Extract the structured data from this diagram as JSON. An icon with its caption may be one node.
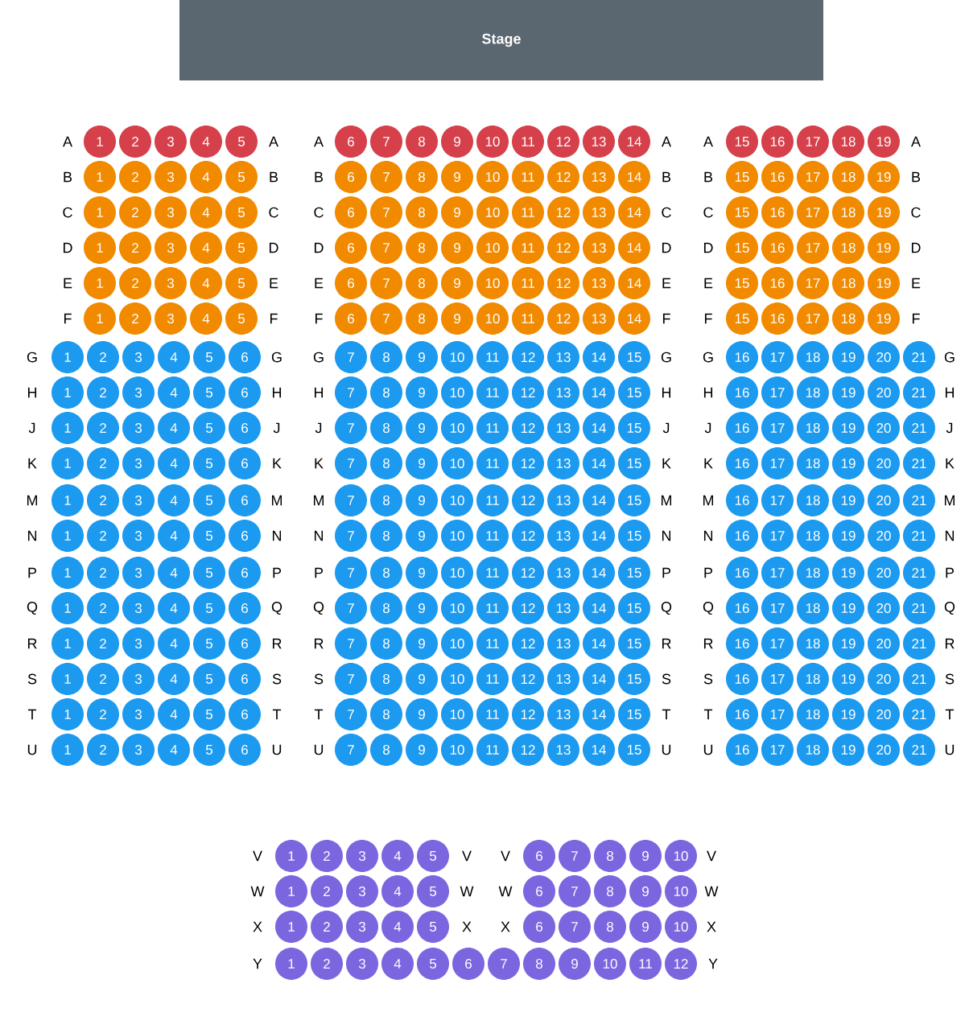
{
  "diagram": {
    "nodes": [
      {
        "text": [
          "Stage"
        ]
      },
      {
        "text": [
          "1"
        ]
      },
      {
        "text": [
          "2"
        ]
      },
      {
        "text": [
          "3"
        ]
      },
      {
        "text": [
          "4"
        ]
      },
      {
        "text": [
          "5"
        ]
      },
      {
        "text": [
          "6"
        ]
      },
      {
        "text": [
          "7"
        ]
      },
      {
        "text": [
          "8"
        ]
      },
      {
        "text": [
          "9"
        ]
      },
      {
        "text": [
          "10"
        ]
      },
      {
        "text": [
          "11"
        ]
      },
      {
        "text": [
          "12"
        ]
      },
      {
        "text": [
          "13"
        ]
      },
      {
        "text": [
          "14"
        ]
      },
      {
        "text": [
          "15"
        ]
      },
      {
        "text": [
          "16"
        ]
      },
      {
        "text": [
          "17"
        ]
      },
      {
        "text": [
          "18"
        ]
      },
      {
        "text": [
          "19"
        ]
      },
      {
        "text": [
          "1"
        ]
      },
      {
        "text": [
          "2"
        ]
      },
      {
        "text": [
          "3"
        ]
      },
      {
        "text": [
          "4"
        ]
      },
      {
        "text": [
          "5"
        ]
      },
      {
        "text": [
          "6"
        ]
      },
      {
        "text": [
          "7"
        ]
      },
      {
        "text": [
          "8"
        ]
      },
      {
        "text": [
          "9"
        ]
      },
      {
        "text": [
          "10"
        ]
      },
      {
        "text": [
          "11"
        ]
      },
      {
        "text": [
          "12"
        ]
      },
      {
        "text": [
          "13"
        ]
      },
      {
        "text": [
          "14"
        ]
      },
      {
        "text": [
          "15"
        ]
      },
      {
        "text": [
          "16"
        ]
      },
      {
        "text": [
          "17"
        ]
      },
      {
        "text": [
          "18"
        ]
      },
      {
        "text": [
          "19"
        ]
      },
      {
        "text": [
          "1"
        ]
      },
      {
        "text": [
          "2"
        ]
      },
      {
        "text": [
          "3"
        ]
      },
      {
        "text": [
          "4"
        ]
      },
      {
        "text": [
          "5"
        ]
      },
      {
        "text": [
          "6"
        ]
      },
      {
        "text": [
          "7"
        ]
      },
      {
        "text": [
          "8"
        ]
      },
      {
        "text": [
          "9"
        ]
      },
      {
        "text": [
          "10"
        ]
      },
      {
        "text": [
          "11"
        ]
      },
      {
        "text": [
          "12"
        ]
      },
      {
        "text": [
          "13"
        ]
      },
      {
        "text": [
          "14"
        ]
      },
      {
        "text": [
          "15"
        ]
      },
      {
        "text": [
          "16"
        ]
      },
      {
        "text": [
          "17"
        ]
      },
      {
        "text": [
          "18"
        ]
      },
      {
        "text": [
          "19"
        ]
      },
      {
        "text": [
          "1"
        ]
      },
      {
        "text": [
          "2"
        ]
      },
      {
        "text": [
          "3"
        ]
      },
      {
        "text": [
          "4"
        ]
      },
      {
        "text": [
          "5"
        ]
      },
      {
        "text": [
          "6"
        ]
      },
      {
        "text": [
          "7"
        ]
      },
      {
        "text": [
          "8"
        ]
      },
      {
        "text": [
          "9"
        ]
      },
      {
        "text": [
          "10"
        ]
      },
      {
        "text": [
          "11"
        ]
      },
      {
        "text": [
          "12"
        ]
      },
      {
        "text": [
          "13"
        ]
      },
      {
        "text": [
          "14"
        ]
      },
      {
        "text": [
          "15"
        ]
      },
      {
        "text": [
          "16"
        ]
      },
      {
        "text": [
          "17"
        ]
      },
      {
        "text": [
          "18"
        ]
      },
      {
        "text": [
          "19"
        ]
      },
      {
        "text": [
          "1"
        ]
      },
      {
        "text": [
          "2"
        ]
      },
      {
        "text": [
          "3"
        ]
      },
      {
        "text": [
          "4"
        ]
      },
      {
        "text": [
          "5"
        ]
      },
      {
        "text": [
          "6"
        ]
      },
      {
        "text": [
          "7"
        ]
      },
      {
        "text": [
          "8"
        ]
      },
      {
        "text": [
          "9"
        ]
      },
      {
        "text": [
          "10"
        ]
      },
      {
        "text": [
          "11"
        ]
      },
      {
        "text": [
          "12"
        ]
      },
      {
        "text": [
          "13"
        ]
      },
      {
        "text": [
          "14"
        ]
      },
      {
        "text": [
          "15"
        ]
      },
      {
        "text": [
          "16"
        ]
      },
      {
        "text": [
          "17"
        ]
      },
      {
        "text": [
          "18"
        ]
      },
      {
        "text": [
          "19"
        ]
      },
      {
        "text": [
          "1"
        ]
      },
      {
        "text": [
          "2"
        ]
      },
      {
        "text": [
          "3"
        ]
      },
      {
        "text": [
          "4"
        ]
      },
      {
        "text": [
          "5"
        ]
      },
      {
        "text": [
          "6"
        ]
      },
      {
        "text": [
          "7"
        ]
      },
      {
        "text": [
          "8"
        ]
      },
      {
        "text": [
          "9"
        ]
      },
      {
        "text": [
          "10"
        ]
      },
      {
        "text": [
          "11"
        ]
      },
      {
        "text": [
          "12"
        ]
      },
      {
        "text": [
          "13"
        ]
      },
      {
        "text": [
          "14"
        ]
      },
      {
        "text": [
          "15"
        ]
      },
      {
        "text": [
          "16"
        ]
      },
      {
        "text": [
          "17"
        ]
      },
      {
        "text": [
          "18"
        ]
      },
      {
        "text": [
          "19"
        ]
      },
      {
        "text": [
          "1"
        ]
      },
      {
        "text": [
          "2"
        ]
      },
      {
        "text": [
          "3"
        ]
      },
      {
        "text": [
          "4"
        ]
      },
      {
        "text": [
          "5"
        ]
      },
      {
        "text": [
          "6"
        ]
      },
      {
        "text": [
          "7"
        ]
      },
      {
        "text": [
          "8"
        ]
      },
      {
        "text": [
          "9"
        ]
      },
      {
        "text": [
          "10"
        ]
      },
      {
        "text": [
          "11"
        ]
      },
      {
        "text": [
          "12"
        ]
      },
      {
        "text": [
          "13"
        ]
      },
      {
        "text": [
          "14"
        ]
      },
      {
        "text": [
          "15"
        ]
      },
      {
        "text": [
          "16"
        ]
      },
      {
        "text": [
          "17"
        ]
      },
      {
        "text": [
          "18"
        ]
      },
      {
        "text": [
          "19"
        ]
      },
      {
        "text": [
          "20"
        ]
      },
      {
        "text": [
          "21"
        ]
      },
      {
        "text": [
          "1"
        ]
      },
      {
        "text": [
          "2"
        ]
      },
      {
        "text": [
          "3"
        ]
      },
      {
        "text": [
          "4"
        ]
      },
      {
        "text": [
          "5"
        ]
      },
      {
        "text": [
          "6"
        ]
      },
      {
        "text": [
          "7"
        ]
      },
      {
        "text": [
          "8"
        ]
      },
      {
        "text": [
          "9"
        ]
      },
      {
        "text": [
          "10"
        ]
      },
      {
        "text": [
          "11"
        ]
      },
      {
        "text": [
          "12"
        ]
      },
      {
        "text": [
          "13"
        ]
      },
      {
        "text": [
          "14"
        ]
      },
      {
        "text": [
          "15"
        ]
      },
      {
        "text": [
          "16"
        ]
      },
      {
        "text": [
          "17"
        ]
      },
      {
        "text": [
          "18"
        ]
      },
      {
        "text": [
          "19"
        ]
      },
      {
        "text": [
          "20"
        ]
      },
      {
        "text": [
          "21"
        ]
      },
      {
        "text": [
          "1"
        ]
      },
      {
        "text": [
          "2"
        ]
      },
      {
        "text": [
          "3"
        ]
      },
      {
        "text": [
          "4"
        ]
      },
      {
        "text": [
          "5"
        ]
      },
      {
        "text": [
          "6"
        ]
      },
      {
        "text": [
          "7"
        ]
      },
      {
        "text": [
          "8"
        ]
      },
      {
        "text": [
          "9"
        ]
      },
      {
        "text": [
          "10"
        ]
      },
      {
        "text": [
          "11"
        ]
      },
      {
        "text": [
          "12"
        ]
      },
      {
        "text": [
          "13"
        ]
      },
      {
        "text": [
          "14"
        ]
      },
      {
        "text": [
          "15"
        ]
      },
      {
        "text": [
          "16"
        ]
      },
      {
        "text": [
          "17"
        ]
      },
      {
        "text": [
          "18"
        ]
      },
      {
        "text": [
          "19"
        ]
      },
      {
        "text": [
          "20"
        ]
      },
      {
        "text": [
          "21"
        ]
      },
      {
        "text": [
          "1"
        ]
      },
      {
        "text": [
          "2"
        ]
      },
      {
        "text": [
          "3"
        ]
      },
      {
        "text": [
          "4"
        ]
      },
      {
        "text": [
          "5"
        ]
      },
      {
        "text": [
          "6"
        ]
      },
      {
        "text": [
          "7"
        ]
      },
      {
        "text": [
          "8"
        ]
      },
      {
        "text": [
          "9"
        ]
      },
      {
        "text": [
          "10"
        ]
      },
      {
        "text": [
          "11"
        ]
      },
      {
        "text": [
          "12"
        ]
      },
      {
        "text": [
          "13"
        ]
      },
      {
        "text": [
          "14"
        ]
      },
      {
        "text": [
          "15"
        ]
      },
      {
        "text": [
          "16"
        ]
      },
      {
        "text": [
          "17"
        ]
      },
      {
        "text": [
          "18"
        ]
      },
      {
        "text": [
          "19"
        ]
      },
      {
        "text": [
          "20"
        ]
      },
      {
        "text": [
          "21"
        ]
      },
      {
        "text": [
          "1"
        ]
      },
      {
        "text": [
          "2"
        ]
      },
      {
        "text": [
          "3"
        ]
      },
      {
        "text": [
          "4"
        ]
      },
      {
        "text": [
          "5"
        ]
      },
      {
        "text": [
          "6"
        ]
      },
      {
        "text": [
          "7"
        ]
      },
      {
        "text": [
          "8"
        ]
      },
      {
        "text": [
          "9"
        ]
      },
      {
        "text": [
          "10"
        ]
      },
      {
        "text": [
          "11"
        ]
      },
      {
        "text": [
          "12"
        ]
      },
      {
        "text": [
          "13"
        ]
      },
      {
        "text": [
          "14"
        ]
      },
      {
        "text": [
          "15"
        ]
      },
      {
        "text": [
          "16"
        ]
      },
      {
        "text": [
          "17"
        ]
      },
      {
        "text": [
          "18"
        ]
      },
      {
        "text": [
          "19"
        ]
      },
      {
        "text": [
          "20"
        ]
      },
      {
        "text": [
          "21"
        ]
      },
      {
        "text": [
          "1"
        ]
      },
      {
        "text": [
          "2"
        ]
      },
      {
        "text": [
          "3"
        ]
      },
      {
        "text": [
          "4"
        ]
      },
      {
        "text": [
          "5"
        ]
      },
      {
        "text": [
          "6"
        ]
      },
      {
        "text": [
          "7"
        ]
      },
      {
        "text": [
          "8"
        ]
      },
      {
        "text": [
          "9"
        ]
      },
      {
        "text": [
          "10"
        ]
      },
      {
        "text": [
          "11"
        ]
      },
      {
        "text": [
          "12"
        ]
      },
      {
        "text": [
          "13"
        ]
      },
      {
        "text": [
          "14"
        ]
      },
      {
        "text": [
          "15"
        ]
      },
      {
        "text": [
          "16"
        ]
      },
      {
        "text": [
          "17"
        ]
      },
      {
        "text": [
          "18"
        ]
      },
      {
        "text": [
          "19"
        ]
      },
      {
        "text": [
          "20"
        ]
      },
      {
        "text": [
          "21"
        ]
      },
      {
        "text": [
          "1"
        ]
      },
      {
        "text": [
          "2"
        ]
      },
      {
        "text": [
          "3"
        ]
      },
      {
        "text": [
          "4"
        ]
      },
      {
        "text": [
          "5"
        ]
      },
      {
        "text": [
          "6"
        ]
      },
      {
        "text": [
          "7"
        ]
      },
      {
        "text": [
          "8"
        ]
      },
      {
        "text": [
          "9"
        ]
      },
      {
        "text": [
          "10"
        ]
      },
      {
        "text": [
          "11"
        ]
      },
      {
        "text": [
          "12"
        ]
      },
      {
        "text": [
          "13"
        ]
      },
      {
        "text": [
          "14"
        ]
      },
      {
        "text": [
          "15"
        ]
      },
      {
        "text": [
          "16"
        ]
      },
      {
        "text": [
          "17"
        ]
      },
      {
        "text": [
          "18"
        ]
      },
      {
        "text": [
          "19"
        ]
      },
      {
        "text": [
          "20"
        ]
      },
      {
        "text": [
          "21"
        ]
      },
      {
        "text": [
          "1"
        ]
      },
      {
        "text": [
          "2"
        ]
      },
      {
        "text": [
          "3"
        ]
      },
      {
        "text": [
          "4"
        ]
      },
      {
        "text": [
          "5"
        ]
      },
      {
        "text": [
          "6"
        ]
      },
      {
        "text": [
          "7"
        ]
      },
      {
        "text": [
          "8"
        ]
      },
      {
        "text": [
          "9"
        ]
      },
      {
        "text": [
          "10"
        ]
      },
      {
        "text": [
          "11"
        ]
      },
      {
        "text": [
          "12"
        ]
      },
      {
        "text": [
          "13"
        ]
      },
      {
        "text": [
          "14"
        ]
      },
      {
        "text": [
          "15"
        ]
      },
      {
        "text": [
          "16"
        ]
      },
      {
        "text": [
          "17"
        ]
      },
      {
        "text": [
          "18"
        ]
      },
      {
        "text": [
          "19"
        ]
      },
      {
        "text": [
          "20"
        ]
      },
      {
        "text": [
          "21"
        ]
      },
      {
        "text": [
          "1"
        ]
      },
      {
        "text": [
          "2"
        ]
      },
      {
        "text": [
          "3"
        ]
      },
      {
        "text": [
          "4"
        ]
      },
      {
        "text": [
          "5"
        ]
      },
      {
        "text": [
          "6"
        ]
      },
      {
        "text": [
          "7"
        ]
      },
      {
        "text": [
          "8"
        ]
      },
      {
        "text": [
          "9"
        ]
      },
      {
        "text": [
          "10"
        ]
      },
      {
        "text": [
          "11"
        ]
      },
      {
        "text": [
          "12"
        ]
      },
      {
        "text": [
          "13"
        ]
      },
      {
        "text": [
          "14"
        ]
      },
      {
        "text": [
          "15"
        ]
      },
      {
        "text": [
          "16"
        ]
      },
      {
        "text": [
          "17"
        ]
      },
      {
        "text": [
          "18"
        ]
      },
      {
        "text": [
          "19"
        ]
      },
      {
        "text": [
          "20"
        ]
      },
      {
        "text": [
          "21"
        ]
      },
      {
        "text": [
          "1"
        ]
      },
      {
        "text": [
          "2"
        ]
      },
      {
        "text": [
          "3"
        ]
      },
      {
        "text": [
          "4"
        ]
      },
      {
        "text": [
          "5"
        ]
      },
      {
        "text": [
          "6"
        ]
      },
      {
        "text": [
          "7"
        ]
      },
      {
        "text": [
          "8"
        ]
      },
      {
        "text": [
          "9"
        ]
      },
      {
        "text": [
          "10"
        ]
      },
      {
        "text": [
          "11"
        ]
      },
      {
        "text": [
          "12"
        ]
      },
      {
        "text": [
          "13"
        ]
      },
      {
        "text": [
          "14"
        ]
      },
      {
        "text": [
          "15"
        ]
      },
      {
        "text": [
          "16"
        ]
      },
      {
        "text": [
          "17"
        ]
      },
      {
        "text": [
          "18"
        ]
      },
      {
        "text": [
          "19"
        ]
      },
      {
        "text": [
          "20"
        ]
      },
      {
        "text": [
          "21"
        ]
      },
      {
        "text": [
          "1"
        ]
      },
      {
        "text": [
          "2"
        ]
      },
      {
        "text": [
          "3"
        ]
      },
      {
        "text": [
          "4"
        ]
      },
      {
        "text": [
          "5"
        ]
      },
      {
        "text": [
          "6"
        ]
      },
      {
        "text": [
          "7"
        ]
      },
      {
        "text": [
          "8"
        ]
      },
      {
        "text": [
          "9"
        ]
      },
      {
        "text": [
          "10"
        ]
      },
      {
        "text": [
          "11"
        ]
      },
      {
        "text": [
          "12"
        ]
      },
      {
        "text": [
          "13"
        ]
      },
      {
        "text": [
          "14"
        ]
      },
      {
        "text": [
          "15"
        ]
      },
      {
        "text": [
          "16"
        ]
      },
      {
        "text": [
          "17"
        ]
      },
      {
        "text": [
          "18"
        ]
      },
      {
        "text": [
          "19"
        ]
      },
      {
        "text": [
          "20"
        ]
      },
      {
        "text": [
          "21"
        ]
      },
      {
        "text": [
          "1"
        ]
      },
      {
        "text": [
          "2"
        ]
      },
      {
        "text": [
          "3"
        ]
      },
      {
        "text": [
          "4"
        ]
      },
      {
        "text": [
          "5"
        ]
      },
      {
        "text": [
          "6"
        ]
      },
      {
        "text": [
          "7"
        ]
      },
      {
        "text": [
          "8"
        ]
      },
      {
        "text": [
          "9"
        ]
      },
      {
        "text": [
          "10"
        ]
      },
      {
        "text": [
          "11"
        ]
      },
      {
        "text": [
          "12"
        ]
      },
      {
        "text": [
          "13"
        ]
      },
      {
        "text": [
          "14"
        ]
      },
      {
        "text": [
          "15"
        ]
      },
      {
        "text": [
          "16"
        ]
      },
      {
        "text": [
          "17"
        ]
      },
      {
        "text": [
          "18"
        ]
      },
      {
        "text": [
          "19"
        ]
      },
      {
        "text": [
          "20"
        ]
      },
      {
        "text": [
          "21"
        ]
      },
      {
        "text": [
          "1"
        ]
      },
      {
        "text": [
          "2"
        ]
      },
      {
        "text": [
          "3"
        ]
      },
      {
        "text": [
          "4"
        ]
      },
      {
        "text": [
          "5"
        ]
      },
      {
        "text": [
          "6"
        ]
      },
      {
        "text": [
          "7"
        ]
      },
      {
        "text": [
          "8"
        ]
      },
      {
        "text": [
          "9"
        ]
      },
      {
        "text": [
          "10"
        ]
      },
      {
        "text": [
          "1"
        ]
      },
      {
        "text": [
          "2"
        ]
      },
      {
        "text": [
          "3"
        ]
      },
      {
        "text": [
          "4"
        ]
      },
      {
        "text": [
          "5"
        ]
      },
      {
        "text": [
          "6"
        ]
      },
      {
        "text": [
          "7"
        ]
      },
      {
        "text": [
          "8"
        ]
      },
      {
        "text": [
          "9"
        ]
      },
      {
        "text": [
          "10"
        ]
      },
      {
        "text": [
          "1"
        ]
      },
      {
        "text": [
          "2"
        ]
      },
      {
        "text": [
          "3"
        ]
      },
      {
        "text": [
          "4"
        ]
      },
      {
        "text": [
          "5"
        ]
      },
      {
        "text": [
          "6"
        ]
      },
      {
        "text": [
          "7"
        ]
      },
      {
        "text": [
          "8"
        ]
      },
      {
        "text": [
          "9"
        ]
      },
      {
        "text": [
          "10"
        ]
      },
      {
        "text": [
          "1"
        ]
      },
      {
        "text": [
          "2"
        ]
      },
      {
        "text": [
          "3"
        ]
      },
      {
        "text": [
          "4"
        ]
      },
      {
        "text": [
          "5"
        ]
      },
      {
        "text": [
          "6"
        ]
      },
      {
        "text": [
          "7"
        ]
      },
      {
        "text": [
          "8"
        ]
      },
      {
        "text": [
          "9"
        ]
      },
      {
        "text": [
          "10"
        ]
      },
      {
        "text": [
          "11"
        ]
      },
      {
        "text": [
          "12"
        ]
      }
    ],
    "labels": [
      "A",
      "A",
      "A",
      "A",
      "A",
      "A",
      "B",
      "B",
      "B",
      "B",
      "B",
      "B",
      "C",
      "C",
      "C",
      "C",
      "C",
      "C",
      "D",
      "D",
      "D",
      "D",
      "D",
      "D",
      "E",
      "E",
      "E",
      "E",
      "E",
      "E",
      "F",
      "F",
      "F",
      "F",
      "F",
      "F",
      "G",
      "G",
      "G",
      "G",
      "G",
      "G",
      "H",
      "H",
      "H",
      "H",
      "H",
      "H",
      "J",
      "J",
      "J",
      "J",
      "J",
      "J",
      "K",
      "K",
      "K",
      "K",
      "K",
      "K",
      "M",
      "M",
      "M",
      "M",
      "M",
      "M",
      "N",
      "N",
      "N",
      "N",
      "N",
      "N",
      "P",
      "P",
      "P",
      "P",
      "P",
      "P",
      "Q",
      "Q",
      "Q",
      "Q",
      "Q",
      "Q",
      "R",
      "R",
      "R",
      "R",
      "R",
      "R",
      "S",
      "S",
      "S",
      "S",
      "S",
      "S",
      "T",
      "T",
      "T",
      "T",
      "T",
      "T",
      "U",
      "U",
      "U",
      "U",
      "U",
      "U",
      "V",
      "V",
      "V",
      "V",
      "W",
      "W",
      "W",
      "W",
      "X",
      "X",
      "X",
      "X",
      "Y",
      "Y"
    ]
  }
}
